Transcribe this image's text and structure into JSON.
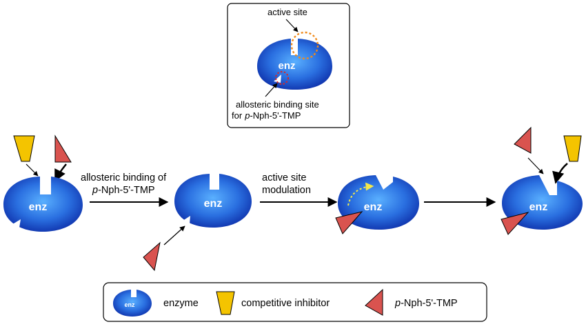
{
  "inset": {
    "active_site_label": "active site",
    "enzyme_label": "enz",
    "allosteric_line1": "allosteric binding site",
    "allosteric_line2_italic": "p",
    "allosteric_line2_rest": "-Nph-5'-TMP"
  },
  "steps": {
    "step1_line1": "allosteric binding of",
    "step1_line2_italic": "p",
    "step1_line2_rest": "-Nph-5'-TMP",
    "step2_line1": "active site",
    "step2_line2": "modulation"
  },
  "enzyme_label": "enz",
  "legend": {
    "enzyme_icon_label": "enz",
    "enzyme": "enzyme",
    "inhibitor": "competitive inhibitor",
    "ligand_italic": "p",
    "ligand_rest": "-Nph-5'-TMP"
  },
  "colors": {
    "enzyme_core": "#4aa0ee",
    "enzyme_edge": "#0d2ea8",
    "inhibitor": "#f4c400",
    "ligand": "#d9534f",
    "active_site_circle": "#f08a1c",
    "allosteric_circle": "#d62828",
    "modulation_arrow": "#f4e84a"
  }
}
